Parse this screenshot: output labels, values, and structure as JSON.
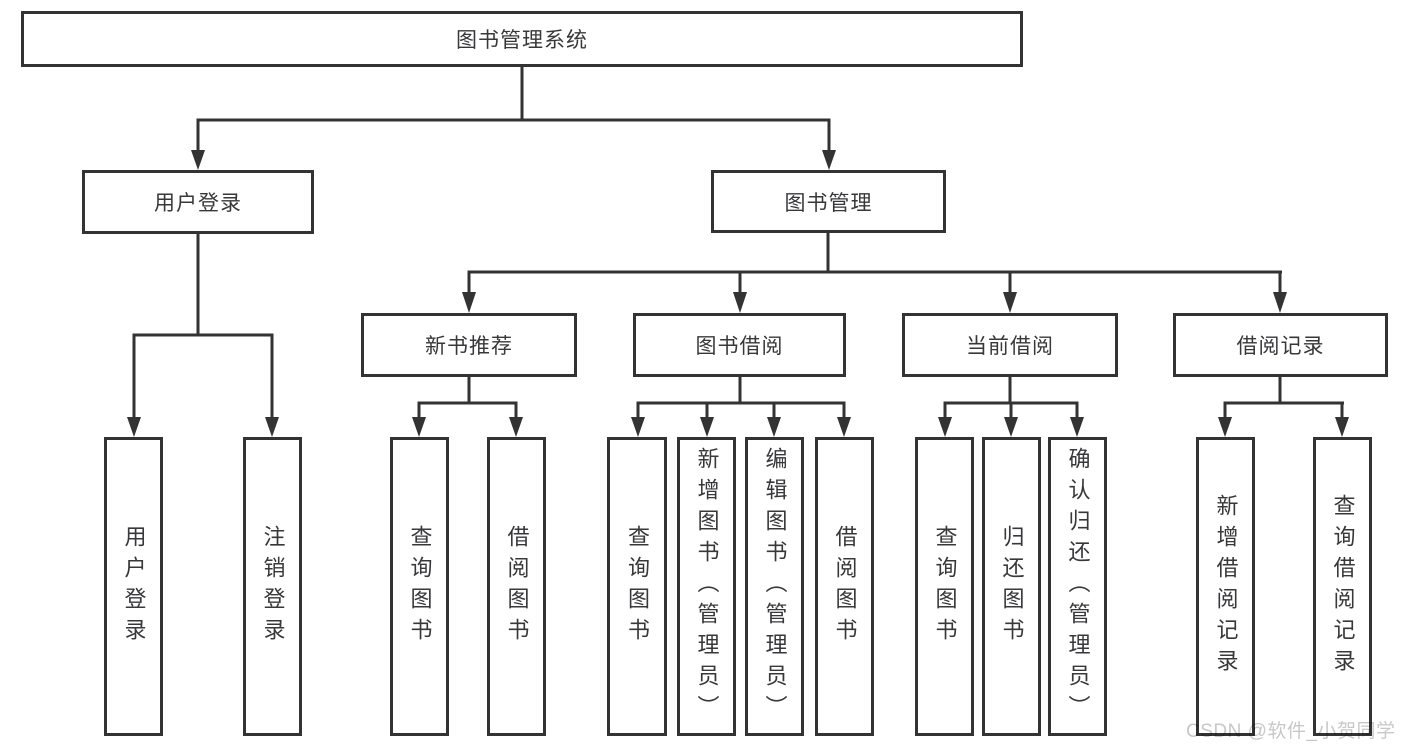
{
  "diagram": {
    "root": {
      "label": "图书管理系统",
      "children": [
        {
          "label": "用户登录",
          "children": [
            {
              "label": "用户登录"
            },
            {
              "label": "注销登录"
            }
          ]
        },
        {
          "label": "图书管理",
          "children": [
            {
              "label": "新书推荐",
              "children": [
                {
                  "label": "查询图书"
                },
                {
                  "label": "借阅图书"
                }
              ]
            },
            {
              "label": "图书借阅",
              "children": [
                {
                  "label": "查询图书"
                },
                {
                  "label": "新增图书（管理员）"
                },
                {
                  "label": "编辑图书（管理员）"
                },
                {
                  "label": "借阅图书"
                }
              ]
            },
            {
              "label": "当前借阅",
              "children": [
                {
                  "label": "查询图书"
                },
                {
                  "label": "归还图书"
                },
                {
                  "label": "确认归还（管理员）"
                }
              ]
            },
            {
              "label": "借阅记录",
              "children": [
                {
                  "label": "新增借阅记录"
                },
                {
                  "label": "查询借阅记录"
                }
              ]
            }
          ]
        }
      ]
    },
    "colors": {
      "line": "#333333",
      "text": "#38383b",
      "background": "#ffffff",
      "watermark": "#c8c8c8"
    }
  },
  "watermark": {
    "text": "CSDN @软件_小贺同学"
  }
}
